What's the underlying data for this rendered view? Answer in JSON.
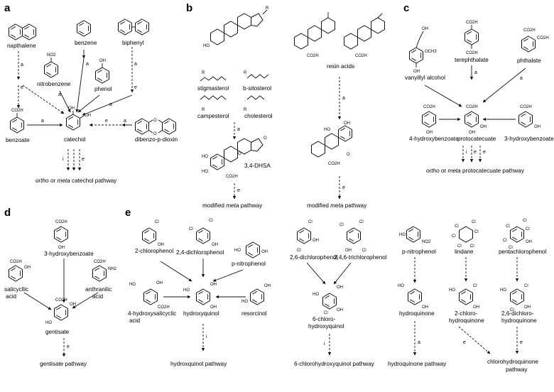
{
  "panels": {
    "a": {
      "letter": "a",
      "compounds": {
        "naphthalene": "napthalene",
        "benzene": "benzene",
        "biphenyl": "biphenyl",
        "nitrobenzene": "nitrobenzene",
        "phenol": "phenol",
        "benzoate": "benzoate",
        "catechol": "catechol",
        "dibenzodioxin": "dibenzo-p-dioxin"
      },
      "pathway_pre": "ortho",
      "pathway_mid": " or ",
      "pathway_post": "meta",
      "pathway_tail": " catechol pathway"
    },
    "b": {
      "letter": "b",
      "compounds": {
        "stigmasterol": "stigmasterol",
        "sitosterol": "b-sitosterol",
        "campesterol": "campesterol",
        "cholesterol": "cholesterol",
        "resin_acids": "resin acids",
        "dhsa": "3,4-DHSA"
      },
      "pathway_left_pre": "modified ",
      "pathway_left_em": "meta",
      "pathway_left_post": " pathway",
      "pathway_right_pre": "modified ",
      "pathway_right_em": "meta",
      "pathway_right_post": " pathway"
    },
    "c": {
      "letter": "c",
      "compounds": {
        "vanillyl": "vanyillyl alcohol",
        "terephthalate": "terephthalate",
        "phthalate": "phthalate",
        "hba4": "4-hydroxybenzoate",
        "protocatechuate": "protocatecuate",
        "hba3": "3-hydroxybenzoate"
      },
      "pathway_pre": "ortho",
      "pathway_mid": " or ",
      "pathway_em": "meta",
      "pathway_tail": " protocatecuate pathway"
    },
    "d": {
      "letter": "d",
      "compounds": {
        "hba3": "3-hydroxybenzoate",
        "salicylic_1": "salicycllic",
        "salicylic_2": "acid",
        "anthranilic_1": "anthranilic",
        "anthranilic_2": "acid",
        "gentisate": "gentisate"
      },
      "pathway": "gentisate pathway"
    },
    "e": {
      "letter": "e",
      "compounds": {
        "chlorophenol2": "2-chlorophenol",
        "dcp24": "2,4-dichlorophenol",
        "nitrophenol_a": "p-nitrophenol",
        "hsa_1": "4-hydroxysalicyclic",
        "hsa_2": "acid",
        "hydroxyquinol": "hydroxyquinol",
        "resorcinol": "resorcinol",
        "dcp26": "2,6-dichlorophenol",
        "tcp246": "2,4,6-trichlorophenol",
        "chq6_1": "6-chloro-",
        "chq6_2": "hydroxyquinol",
        "nitrophenol_b": "p-nitrophenol",
        "lindane": "lindane",
        "pcp": "pentachlorophenol",
        "hydroquinone": "hydroquinone",
        "chq2_1": "2-chloro-",
        "chq2_2": "hydroquinone",
        "dchq26_1": "2,6-dichloro-",
        "dchq26_2": "hydroquinone"
      },
      "pathway_hq": "hydroxquinol pathway",
      "pathway_6c": "6-chlorohydroxyquinol pathway",
      "pathway_hyq": "hydroquinone pathway",
      "pathway_chq_1": "chlorohydroquinone",
      "pathway_chq_2": "pathway"
    }
  },
  "step_labels": {
    "a": "a",
    "e": "e",
    "i": "i"
  },
  "atoms": {
    "OH": "OH",
    "CO2H": "CO2H",
    "Cl": "Cl",
    "NO2": "NO2",
    "NH2": "NH2",
    "OCH3": "OCH3",
    "O": "O",
    "HO": "HO",
    "R": "R"
  }
}
